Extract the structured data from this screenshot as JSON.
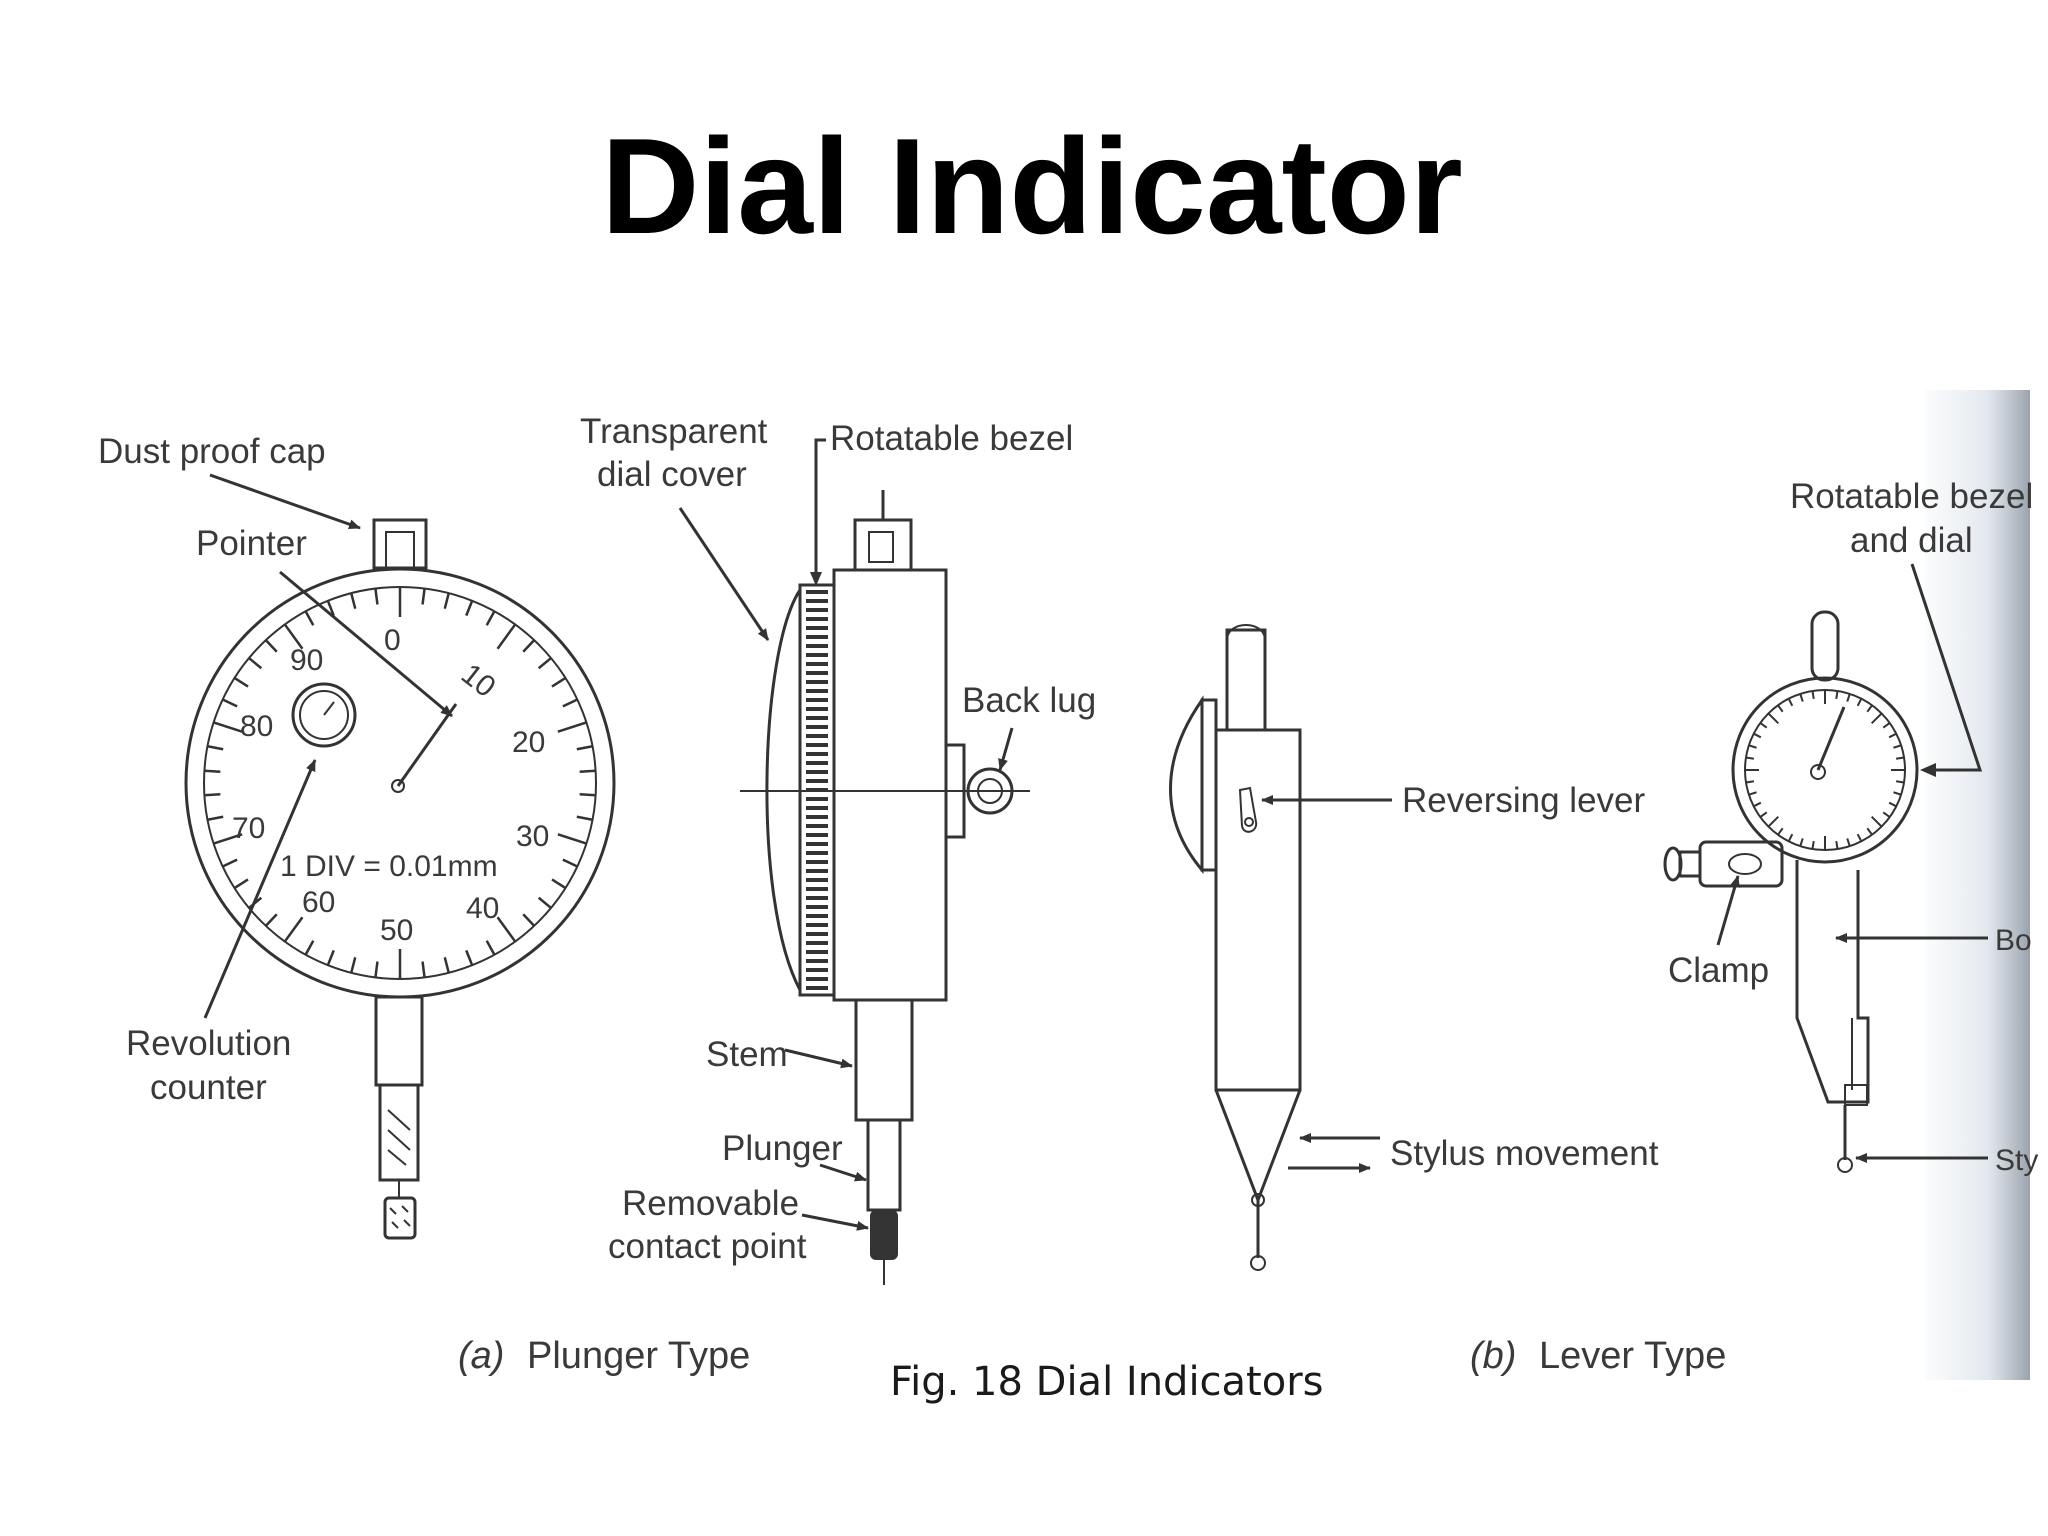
{
  "slide": {
    "title": "Dial Indicator"
  },
  "figure": {
    "caption": "Fig. 18 Dial Indicators",
    "plunger_type": {
      "subcaption_letter": "(a)",
      "subcaption_text": "Plunger Type",
      "dial_scale": "1 DIV = 0.01mm",
      "dial_numbers": [
        "0",
        "10",
        "20",
        "30",
        "40",
        "50",
        "60",
        "70",
        "80",
        "90"
      ],
      "labels": {
        "dust_proof_cap": "Dust proof cap",
        "pointer": "Pointer",
        "revolution_counter_1": "Revolution",
        "revolution_counter_2": "counter",
        "transparent_cover_1": "Transparent",
        "transparent_cover_2": "dial cover",
        "rotatable_bezel": "Rotatable bezel",
        "back_lug": "Back lug",
        "stem": "Stem",
        "plunger": "Plunger",
        "contact_point_1": "Removable",
        "contact_point_2": "contact point"
      }
    },
    "lever_type": {
      "subcaption_letter": "(b)",
      "subcaption_text": "Lever Type",
      "labels": {
        "reversing_lever": "Reversing lever",
        "stylus_movement": "Stylus movement",
        "bezel_dial_1": "Rotatable bezel",
        "bezel_dial_2": "and dial",
        "clamp": "Clamp",
        "body_partial": "Bo",
        "stylus_partial": "Sty"
      }
    }
  }
}
